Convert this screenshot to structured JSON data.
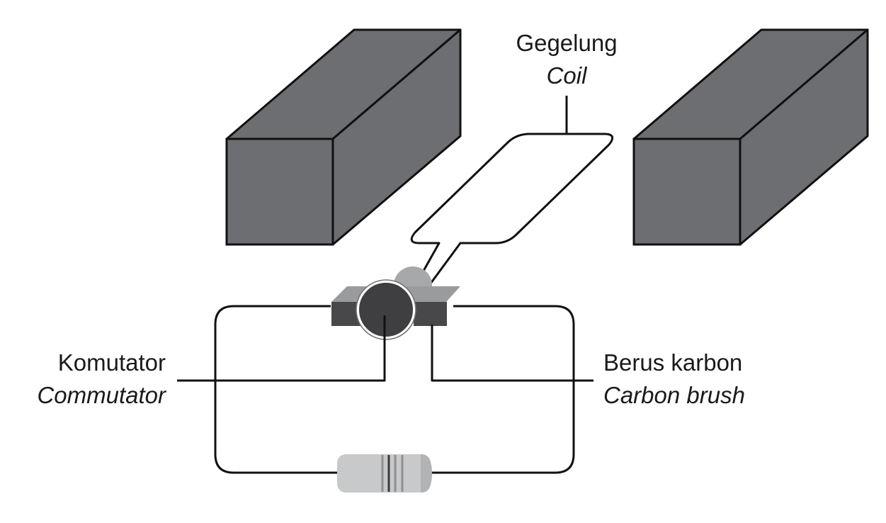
{
  "labels": {
    "coil": {
      "ms": "Gegelung",
      "en": "Coil"
    },
    "commutator": {
      "ms": "Komutator",
      "en": "Commutator"
    },
    "carbon_brush": {
      "ms": "Berus karbon",
      "en": "Carbon brush"
    }
  },
  "colors": {
    "magnet_front": "#6d6e71",
    "magnet_side": "#6d6e71",
    "outline": "#111111",
    "commutator": "#3f3f41",
    "brush_dark": "#48484a",
    "brush_light": "#9a9b9d",
    "shaft": "#a7a8aa",
    "battery": "#c8c9cb"
  }
}
